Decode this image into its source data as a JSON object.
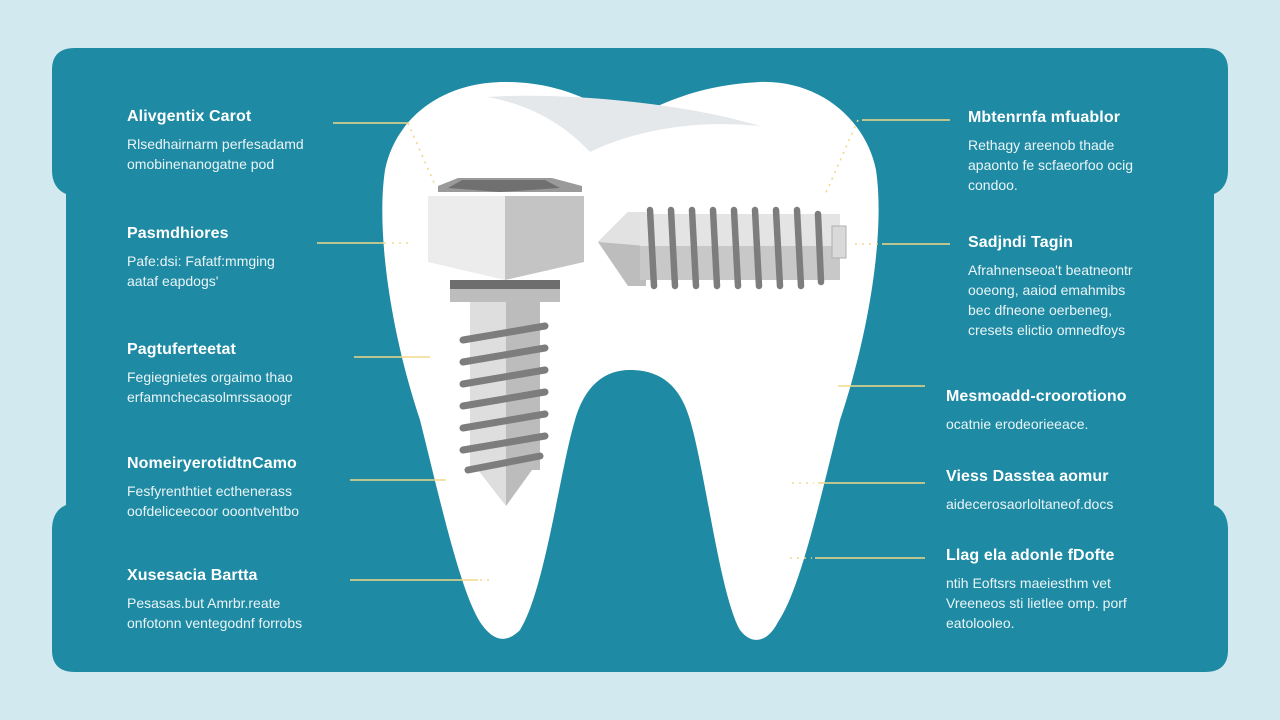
{
  "colors": {
    "background": "#d3e9f0",
    "panel": "#1e8aa3",
    "tooth": "#ffffff",
    "implant_metal": "#d5d5d5",
    "leader_line": "#f0d88a"
  },
  "left_labels": [
    {
      "title": "Alivgentix Carot",
      "lines": [
        "Rlsedhairnarm perfesadamd",
        "omobinenanogatne pod"
      ]
    },
    {
      "title": "Pasmdhiores",
      "lines": [
        "Pafe:dsi: Fafatf:mmging",
        "aataf eapdogs'"
      ]
    },
    {
      "title": "Pagtuferteetat",
      "lines": [
        "Fegiegnietes orgaimo thao",
        "erfamnchecasolmrssaoogr"
      ]
    },
    {
      "title": "NomeiryerotidtnCamo",
      "lines": [
        "Fesfyrenthtiet ecthenerass",
        "oofdeliceecoor ooontvehtbo"
      ]
    },
    {
      "title": "Xusesacia Bartta",
      "lines": [
        "Pesasas.but Amrbr.reate",
        "onfotonn ventegodnf forrobs"
      ]
    }
  ],
  "right_labels": [
    {
      "title": "Mbtenrnfa mfuablor",
      "lines": [
        "Rethagy areenob thade",
        "apaonto fe scfaeorfoo ocig",
        "condoo."
      ]
    },
    {
      "title": "Sadjndi Tagin",
      "lines": [
        "Afrahnenseoa't beatneontr",
        "ooeong, aaiod emahmibs",
        "bec dfneone oerbeneg,",
        "cresets elictio omnedfoys"
      ]
    },
    {
      "title": "Mesmoadd-croorotiono",
      "lines": [
        "ocatnie erodeorieeace."
      ]
    },
    {
      "title": "Viess Dasstea aomur",
      "lines": [
        "aidecerosaorloltaneof.docs"
      ]
    },
    {
      "title": "Llag ela adonle fDofte",
      "lines": [
        "ntih Eoftsrs maeiesthm vet",
        "Vreeneos sti lietlee omp. porf",
        "eatolooleo."
      ]
    }
  ]
}
